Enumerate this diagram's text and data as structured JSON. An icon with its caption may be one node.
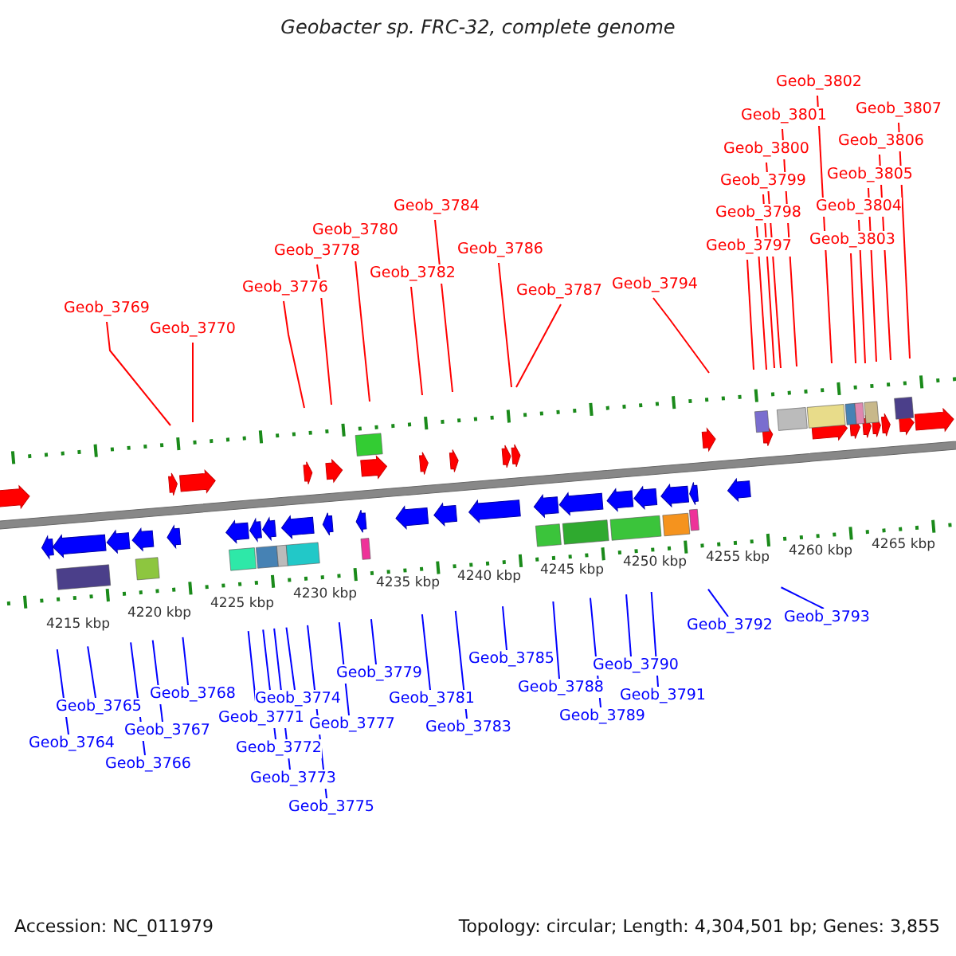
{
  "diagram": {
    "title": "Geobacter sp. FRC-32, complete genome",
    "nodes": [
      {
        "text": [
          "Geob_3769"
        ]
      },
      {
        "text": [
          "Geob_3770"
        ]
      },
      {
        "text": [
          "Geob_3776"
        ]
      },
      {
        "text": [
          "Geob_3778"
        ]
      },
      {
        "text": [
          "Geob_3780"
        ]
      },
      {
        "text": [
          "Geob_3782"
        ]
      },
      {
        "text": [
          "Geob_3784"
        ]
      },
      {
        "text": [
          "Geob_3786"
        ]
      },
      {
        "text": [
          "Geob_3787"
        ]
      },
      {
        "text": [
          "Geob_3794"
        ]
      },
      {
        "text": [
          "Geob_3797"
        ]
      },
      {
        "text": [
          "Geob_3798"
        ]
      },
      {
        "text": [
          "Geob_3799"
        ]
      },
      {
        "text": [
          "Geob_3800"
        ]
      },
      {
        "text": [
          "Geob_3801"
        ]
      },
      {
        "text": [
          "Geob_3802"
        ]
      },
      {
        "text": [
          "Geob_3803"
        ]
      },
      {
        "text": [
          "Geob_3804"
        ]
      },
      {
        "text": [
          "Geob_3805"
        ]
      },
      {
        "text": [
          "Geob_3806"
        ]
      },
      {
        "text": [
          "Geob_3807"
        ]
      },
      {
        "text": [
          "Geob_3764"
        ]
      },
      {
        "text": [
          "Geob_3765"
        ]
      },
      {
        "text": [
          "Geob_3766"
        ]
      },
      {
        "text": [
          "Geob_3767"
        ]
      },
      {
        "text": [
          "Geob_3768"
        ]
      },
      {
        "text": [
          "Geob_3771"
        ]
      },
      {
        "text": [
          "Geob_3772"
        ]
      },
      {
        "text": [
          "Geob_3773"
        ]
      },
      {
        "text": [
          "Geob_3774"
        ]
      },
      {
        "text": [
          "Geob_3775"
        ]
      },
      {
        "text": [
          "Geob_3777"
        ]
      },
      {
        "text": [
          "Geob_3779"
        ]
      },
      {
        "text": [
          "Geob_3781"
        ]
      },
      {
        "text": [
          "Geob_3783"
        ]
      },
      {
        "text": [
          "Geob_3785"
        ]
      },
      {
        "text": [
          "Geob_3788"
        ]
      },
      {
        "text": [
          "Geob_3789"
        ]
      },
      {
        "text": [
          "Geob_3790"
        ]
      },
      {
        "text": [
          "Geob_3791"
        ]
      },
      {
        "text": [
          "Geob_3792"
        ]
      },
      {
        "text": [
          "Geob_3793"
        ]
      }
    ],
    "edges": [
      {
        "from": 0,
        "to": null,
        "arrow": "none",
        "color": "#ff0000"
      },
      {
        "from": 1,
        "to": null,
        "arrow": "none",
        "color": "#ff0000"
      },
      {
        "from": 2,
        "to": null,
        "arrow": "none",
        "color": "#ff0000"
      },
      {
        "from": 3,
        "to": null,
        "arrow": "none",
        "color": "#ff0000"
      },
      {
        "from": 4,
        "to": null,
        "arrow": "none",
        "color": "#ff0000"
      },
      {
        "from": 5,
        "to": null,
        "arrow": "none",
        "color": "#ff0000"
      },
      {
        "from": 6,
        "to": null,
        "arrow": "none",
        "color": "#ff0000"
      },
      {
        "from": 7,
        "to": null,
        "arrow": "none",
        "color": "#ff0000"
      },
      {
        "from": 8,
        "to": null,
        "arrow": "none",
        "color": "#ff0000"
      },
      {
        "from": 9,
        "to": null,
        "arrow": "none",
        "color": "#ff0000"
      },
      {
        "from": 10,
        "to": null,
        "arrow": "none",
        "color": "#ff0000"
      },
      {
        "from": 11,
        "to": null,
        "arrow": "none",
        "color": "#ff0000"
      },
      {
        "from": 12,
        "to": null,
        "arrow": "none",
        "color": "#ff0000"
      },
      {
        "from": 13,
        "to": null,
        "arrow": "none",
        "color": "#ff0000"
      },
      {
        "from": 14,
        "to": null,
        "arrow": "none",
        "color": "#ff0000"
      },
      {
        "from": 15,
        "to": null,
        "arrow": "none",
        "color": "#ff0000"
      },
      {
        "from": 16,
        "to": null,
        "arrow": "none",
        "color": "#ff0000"
      },
      {
        "from": 17,
        "to": null,
        "arrow": "none",
        "color": "#ff0000"
      },
      {
        "from": 18,
        "to": null,
        "arrow": "none",
        "color": "#ff0000"
      },
      {
        "from": 19,
        "to": null,
        "arrow": "none",
        "color": "#ff0000"
      },
      {
        "from": 20,
        "to": null,
        "arrow": "none",
        "color": "#ff0000"
      },
      {
        "from": 21,
        "to": null,
        "arrow": "none",
        "color": "#0000ff"
      },
      {
        "from": 22,
        "to": null,
        "arrow": "none",
        "color": "#0000ff"
      },
      {
        "from": 23,
        "to": null,
        "arrow": "none",
        "color": "#0000ff"
      },
      {
        "from": 24,
        "to": null,
        "arrow": "none",
        "color": "#0000ff"
      },
      {
        "from": 25,
        "to": null,
        "arrow": "none",
        "color": "#0000ff"
      },
      {
        "from": 26,
        "to": null,
        "arrow": "none",
        "color": "#0000ff"
      },
      {
        "from": 27,
        "to": null,
        "arrow": "none",
        "color": "#0000ff"
      },
      {
        "from": 28,
        "to": null,
        "arrow": "none",
        "color": "#0000ff"
      },
      {
        "from": 29,
        "to": null,
        "arrow": "none",
        "color": "#0000ff"
      },
      {
        "from": 30,
        "to": null,
        "arrow": "none",
        "color": "#0000ff"
      },
      {
        "from": 31,
        "to": null,
        "arrow": "none",
        "color": "#0000ff"
      },
      {
        "from": 32,
        "to": null,
        "arrow": "none",
        "color": "#0000ff"
      },
      {
        "from": 33,
        "to": null,
        "arrow": "none",
        "color": "#0000ff"
      },
      {
        "from": 34,
        "to": null,
        "arrow": "none",
        "color": "#0000ff"
      },
      {
        "from": 35,
        "to": null,
        "arrow": "none",
        "color": "#0000ff"
      },
      {
        "from": 36,
        "to": null,
        "arrow": "none",
        "color": "#0000ff"
      },
      {
        "from": 37,
        "to": null,
        "arrow": "none",
        "color": "#0000ff"
      },
      {
        "from": 38,
        "to": null,
        "arrow": "none",
        "color": "#0000ff"
      },
      {
        "from": 39,
        "to": null,
        "arrow": "none",
        "color": "#0000ff"
      },
      {
        "from": 40,
        "to": null,
        "arrow": "none",
        "color": "#0000ff"
      },
      {
        "from": 41,
        "to": null,
        "arrow": "none",
        "color": "#0000ff"
      }
    ],
    "labels": [
      "4215 kbp",
      "4220 kbp",
      "4225 kbp",
      "4230 kbp",
      "4235 kbp",
      "4240 kbp",
      "4245 kbp",
      "4250 kbp",
      "4255 kbp",
      "4260 kbp",
      "4265 kbp",
      "Accession: NC_011979",
      "Topology: circular; Length: 4,304,501 bp; Genes: 3,855"
    ]
  }
}
